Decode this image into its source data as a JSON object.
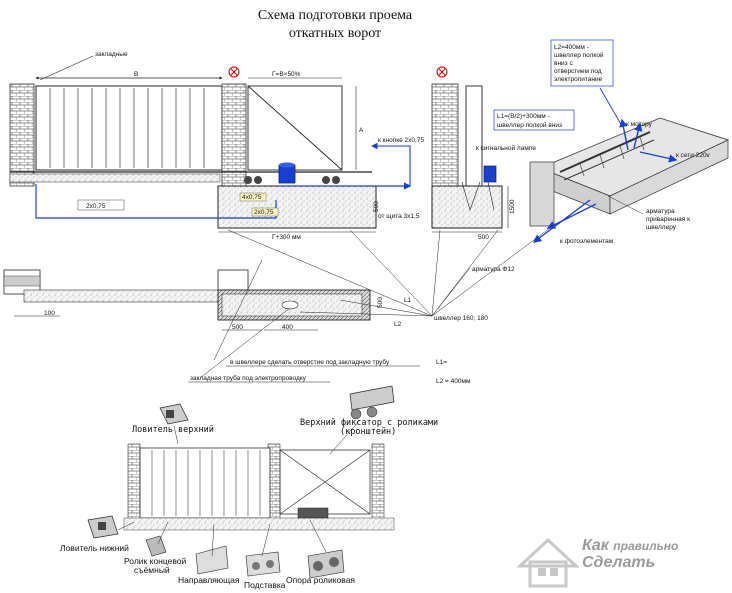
{
  "title": {
    "line1": "Схема подготовки проема",
    "line2": "откатных ворот"
  },
  "front_view": {
    "embed_label": "закладные",
    "width_label": "В",
    "counterweight_label": "Г=В×50%",
    "height_label": "А",
    "cable_2x075_label": "2х0,75",
    "cable_4x075_label": "4х0,75",
    "cable_2x075_small_label": "2х0,75",
    "foundation_length_label": "Г+300 мм",
    "depth_label": "500",
    "to_button_label": "к кнопке 2х0,75",
    "from_panel_label": "от щита 3х1,5"
  },
  "side_view": {
    "signal_lamp_label": "к сигнальной лампе",
    "depth_label": "1500",
    "width_label": "500"
  },
  "perspective": {
    "l2_label_lines": [
      "L2=400мм -",
      "швеллер полкой",
      "вниз с",
      "отверстием под",
      "электропитание"
    ],
    "l1_label_lines": [
      "L1=(В/2)+300мм -",
      "швеллер полкой вниз"
    ],
    "to_motor_label": "к мотору",
    "to_network_label": "к сети 220v",
    "photo_label": "к фотоэлементам",
    "rebar_label_lines": [
      "арматура",
      "приваренная к",
      "швеллеру"
    ]
  },
  "plan_view": {
    "rebar_label": "арматура Ф12",
    "offset_label": "100",
    "dim_500": "500",
    "dim_400": "400",
    "dim_500_v": "500",
    "l1_label": "L1",
    "l2_label": "L2",
    "channel_label": "швеллер 160; 180",
    "hole_note": "в швеллере сделать отверстие под закладную трубу",
    "pipe_note": "закладная труба под электропроводку",
    "l1_eq": "L1=",
    "l2_eq": "L2 = 400мм"
  },
  "components": {
    "catcher_top": "Ловитель верхний",
    "top_fixer_lines": [
      "Верхний фиксатор с роликами",
      "(кронштейн)"
    ],
    "catcher_bottom": "Ловитель нижний",
    "end_roller_lines": [
      "Ролик концевой",
      "съёмный"
    ],
    "guide": "Направляющая",
    "stand": "Подставка",
    "roller_support": "Опора роликовая"
  },
  "watermark": {
    "line1_a": "Как",
    "line1_b": "правильно",
    "line2": "Сделать"
  },
  "colors": {
    "blue": "#1a3fd0",
    "brick": "#7a7a7a",
    "ink": "#111111"
  }
}
